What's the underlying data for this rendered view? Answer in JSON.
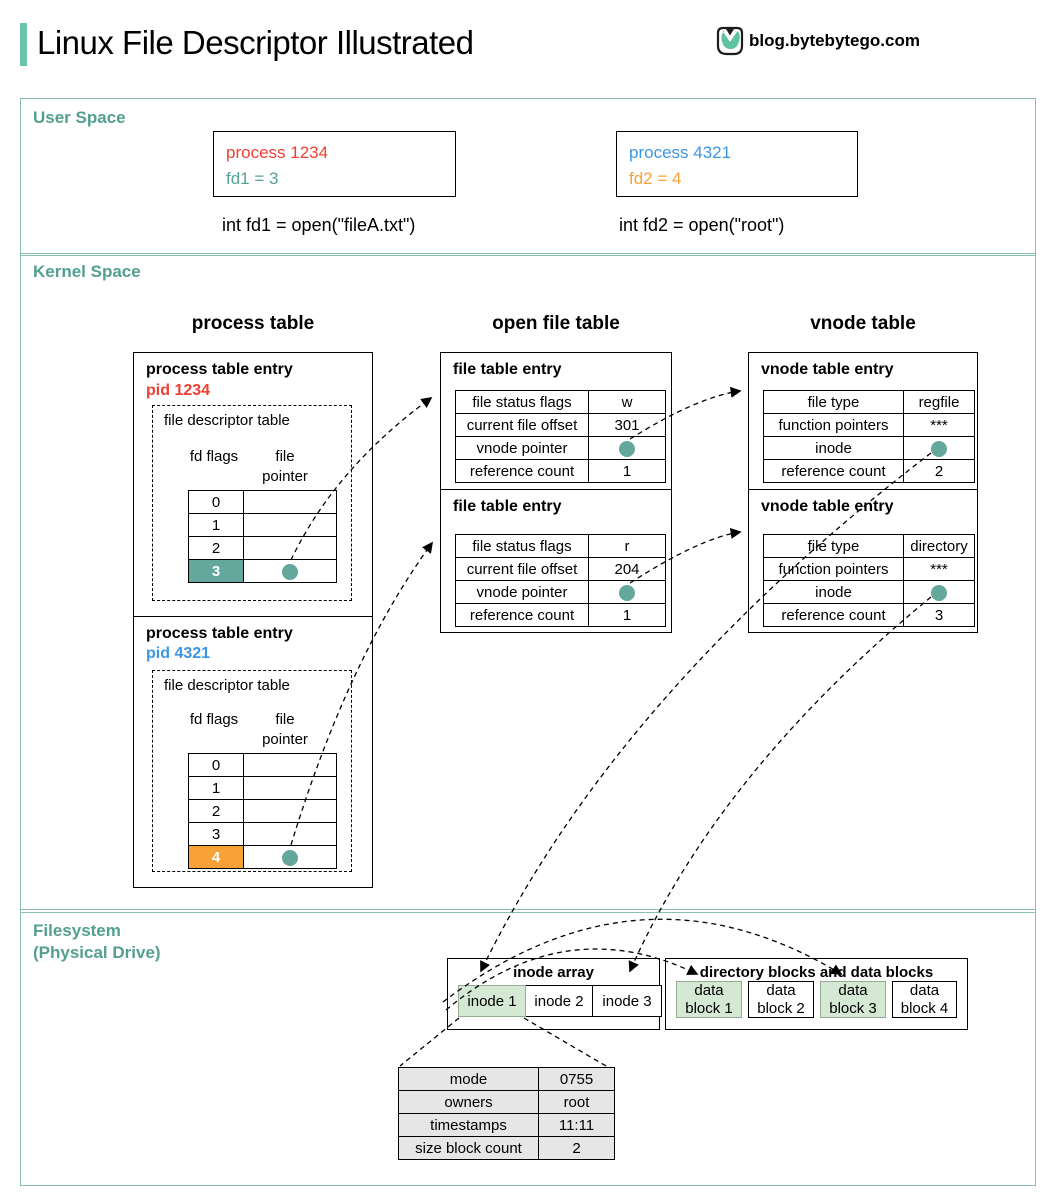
{
  "header": {
    "title": "Linux File Descriptor Illustrated",
    "brand": "blog.bytebytego.com",
    "logo_icon": "bytebytego-logo"
  },
  "colors": {
    "teal_accent": "#6cc3aa",
    "teal_label": "#53a08f",
    "teal_fill": "#64a79c",
    "red": "#ee4034",
    "blue": "#3b97e3",
    "orange": "#f7a137",
    "green_fill": "#d5e8d4",
    "gray_fill": "#e6e6e6"
  },
  "sections": {
    "user_space": {
      "label": "User Space",
      "processes": [
        {
          "title": "process 1234",
          "fd": "fd1 = 3",
          "code": "int fd1 = open(\"fileA.txt\")"
        },
        {
          "title": "process 4321",
          "fd": "fd2 = 4",
          "code": "int fd2 = open(\"root\")"
        }
      ]
    },
    "kernel_space": {
      "label": "Kernel Space",
      "titles": {
        "process": "process table",
        "open_file": "open file table",
        "vnode": "vnode table"
      },
      "process_entries": [
        {
          "title": "process table entry",
          "pid": "pid 1234",
          "inner_label": "file descriptor table",
          "col_fd": "fd flags",
          "col_ptr": "file pointer",
          "rows": [
            "0",
            "1",
            "2",
            "3"
          ],
          "active_row": "3",
          "active_pointer_icon": "teal-dot-icon"
        },
        {
          "title": "process table entry",
          "pid": "pid 4321",
          "inner_label": "file descriptor table",
          "col_fd": "fd flags",
          "col_ptr": "file pointer",
          "rows": [
            "0",
            "1",
            "2",
            "3",
            "4"
          ],
          "active_row": "4",
          "active_pointer_icon": "teal-dot-icon"
        }
      ],
      "file_entries": [
        {
          "title": "file table entry",
          "rows": [
            {
              "label": "file status flags",
              "value": "w"
            },
            {
              "label": "current file offset",
              "value": "301"
            },
            {
              "label": "vnode pointer",
              "value": "",
              "value_icon": "teal-dot-icon"
            },
            {
              "label": "reference count",
              "value": "1"
            }
          ]
        },
        {
          "title": "file table entry",
          "rows": [
            {
              "label": "file status flags",
              "value": "r"
            },
            {
              "label": "current file offset",
              "value": "204"
            },
            {
              "label": "vnode pointer",
              "value": "",
              "value_icon": "teal-dot-icon"
            },
            {
              "label": "reference count",
              "value": "1"
            }
          ]
        }
      ],
      "vnode_entries": [
        {
          "title": "vnode table entry",
          "rows": [
            {
              "label": "file type",
              "value": "regfile"
            },
            {
              "label": "function pointers",
              "value": "***"
            },
            {
              "label": "inode",
              "value": "",
              "value_icon": "teal-dot-icon"
            },
            {
              "label": "reference count",
              "value": "2"
            }
          ]
        },
        {
          "title": "vnode table entry",
          "rows": [
            {
              "label": "file type",
              "value": "directory"
            },
            {
              "label": "function pointers",
              "value": "***"
            },
            {
              "label": "inode",
              "value": "",
              "value_icon": "teal-dot-icon"
            },
            {
              "label": "reference count",
              "value": "3"
            }
          ]
        }
      ]
    },
    "filesystem": {
      "label_line1": "Filesystem",
      "label_line2": "(Physical Drive)",
      "inode_array": {
        "title": "inode array",
        "cells": [
          {
            "label": "inode 1",
            "highlight": true
          },
          {
            "label": "inode 2",
            "highlight": false
          },
          {
            "label": "inode 3",
            "highlight": false
          }
        ]
      },
      "data_blocks": {
        "title": "directory blocks and data blocks",
        "cells": [
          {
            "label": "data block 1",
            "highlight": true
          },
          {
            "label": "data block 2",
            "highlight": false
          },
          {
            "label": "data block 3",
            "highlight": true
          },
          {
            "label": "data block 4",
            "highlight": false
          }
        ]
      },
      "inode_detail": {
        "rows": [
          {
            "label": "mode",
            "value": "0755"
          },
          {
            "label": "owners",
            "value": "root"
          },
          {
            "label": "timestamps",
            "value": "11:11"
          },
          {
            "label": "size block count",
            "value": "2"
          }
        ]
      }
    }
  }
}
